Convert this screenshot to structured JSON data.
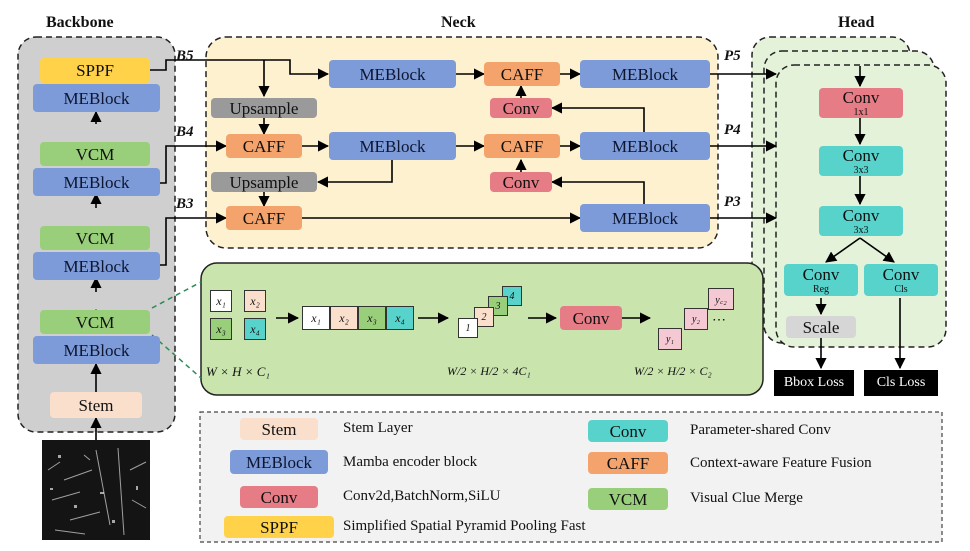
{
  "titles": {
    "backbone": "Backbone",
    "neck": "Neck",
    "head": "Head"
  },
  "backbone": {
    "sppf": "SPPF",
    "meblock_1": "MEBlock",
    "vcm_1": "VCM",
    "meblock_2": "MEBlock",
    "vcm_2": "VCM",
    "meblock_3": "MEBlock",
    "vcm_3": "VCM",
    "meblock_4": "MEBlock",
    "stem": "Stem"
  },
  "branch_labels": {
    "b5": "B5",
    "b4": "B4",
    "b3": "B3",
    "p5": "P5",
    "p4": "P4",
    "p3": "P3"
  },
  "neck": {
    "meblock_top": "MEBlock",
    "caff_top": "CAFF",
    "meblock_top_right": "MEBlock",
    "upsample_1": "Upsample",
    "conv_1": "Conv",
    "caff_mid": "CAFF",
    "meblock_mid": "MEBlock",
    "caff_mid_right": "CAFF",
    "meblock_mid_right": "MEBlock",
    "upsample_2": "Upsample",
    "conv_2": "Conv",
    "caff_bottom": "CAFF",
    "meblock_bottom_right": "MEBlock"
  },
  "vcm_detail": {
    "grid": [
      "x₁",
      "x₂",
      "x₃",
      "x₄"
    ],
    "concat": [
      "x₁",
      "x₂",
      "x₃",
      "x₄"
    ],
    "stack": [
      "1",
      "2",
      "3",
      "4"
    ],
    "conv": "Conv",
    "outputs": [
      "y₁",
      "y₂",
      "y꜀₂"
    ],
    "ellipsis": "⋯",
    "dim_in": "W × H × C₁",
    "dim_mid": "W/2 × H/2 × 4C₁",
    "dim_out": "W/2 × H/2 × C₂"
  },
  "head": {
    "conv_1x1": "Conv",
    "conv_1x1_sub": "1x1",
    "conv_3x3_a": "Conv",
    "conv_3x3_a_sub": "3x3",
    "conv_3x3_b": "Conv",
    "conv_3x3_b_sub": "3x3",
    "conv_reg": "Conv",
    "conv_reg_sub": "Reg",
    "conv_cls": "Conv",
    "conv_cls_sub": "Cls",
    "scale": "Scale",
    "bbox_loss": "Bbox Loss",
    "cls_loss": "Cls Loss"
  },
  "legend": [
    {
      "key": "Stem",
      "desc": "Stem Layer"
    },
    {
      "key": "MEBlock",
      "desc": "Mamba encoder block"
    },
    {
      "key": "Conv",
      "desc": "Conv2d,BatchNorm,SiLU"
    },
    {
      "key": "SPPF",
      "desc": "Simplified Spatial Pyramid Pooling Fast"
    },
    {
      "key": "Conv",
      "desc": "Parameter-shared Conv"
    },
    {
      "key": "CAFF",
      "desc": "Context-aware Feature Fusion"
    },
    {
      "key": "VCM",
      "desc": "Visual Clue Merge"
    }
  ],
  "colors": {
    "meblock": "#7c9bd8",
    "vcm": "#99cf7a",
    "sppf": "#ffd24a",
    "stem": "#f9dfcc",
    "caff": "#f3a36b",
    "conv": "#e67c86",
    "upsample": "#9a9a9a",
    "shared_conv": "#58d3cc",
    "neck_bg": "#fdf1cf",
    "head_bg": "#e5f2da",
    "vcm_panel_bg": "#c9e4ad",
    "backbone_bg": "#cfcfcf"
  }
}
